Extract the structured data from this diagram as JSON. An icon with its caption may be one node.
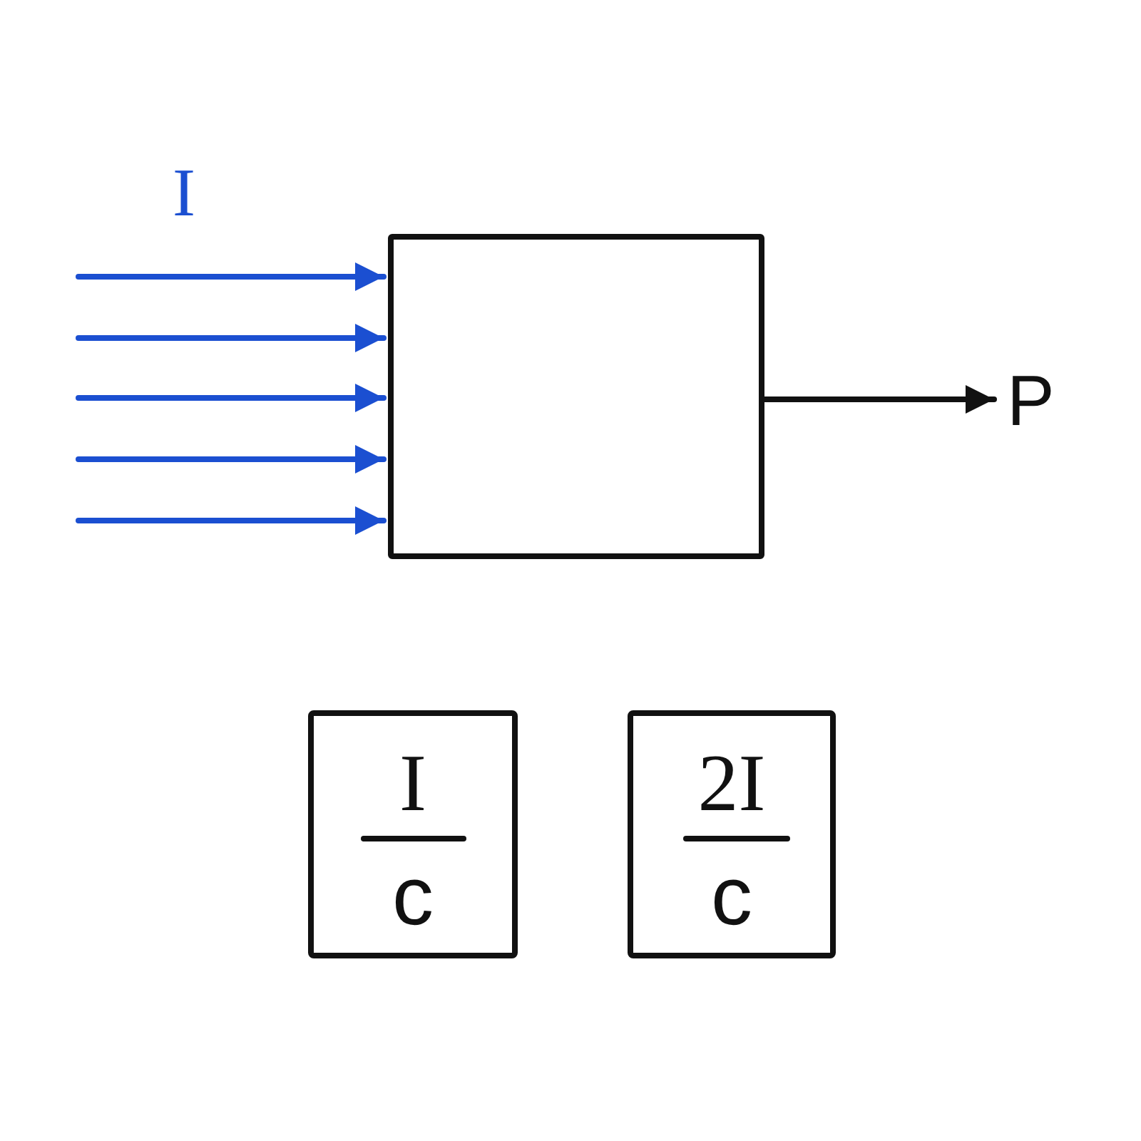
{
  "diagram": {
    "nodes": [
      {
        "text": [],
        "shape": "box"
      },
      {
        "text": [
          "P"
        ]
      },
      {
        "text": [
          "I",
          "c"
        ]
      },
      {
        "text": [
          "2I",
          "c"
        ]
      }
    ],
    "edges": [
      {
        "from": null,
        "to": 0,
        "arrow": "to"
      },
      {
        "from": null,
        "to": 0,
        "arrow": "to"
      },
      {
        "from": null,
        "to": 0,
        "arrow": "to"
      },
      {
        "from": null,
        "to": 0,
        "arrow": "to"
      },
      {
        "from": null,
        "to": 0,
        "arrow": "to"
      },
      {
        "from": 0,
        "to": 1,
        "arrow": "to",
        "color": "#111111"
      }
    ],
    "labels": [
      "I"
    ]
  }
}
